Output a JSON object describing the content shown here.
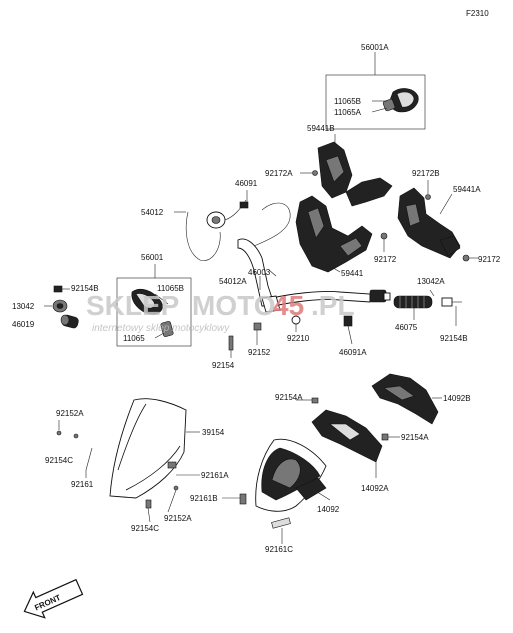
{
  "diagram_code": "F2310",
  "watermark": {
    "part1": "SKLEP",
    "part2": "MOTO",
    "part3": "45",
    "part4": ".PL",
    "tagline": "internetowy sklep motocyklowy"
  },
  "front_label": "FRONT",
  "labels": {
    "p56001A": "56001A",
    "p11065B_top": "11065B",
    "p11065A_top": "11065A",
    "p59441B": "59441B",
    "p92172A": "92172A",
    "p92172B": "92172B",
    "p59441A": "59441A",
    "p46091": "46091",
    "p54012": "54012",
    "p92172_a": "92172",
    "p92172_b": "92172",
    "p59441": "59441",
    "p56001": "56001",
    "p46003": "46003",
    "p54012A": "54012A",
    "p13042A": "13042A",
    "p92154B_left": "92154B",
    "p11065B_left": "11065B",
    "p13042": "13042",
    "p46019": "46019",
    "p11065": "11065",
    "p46075": "46075",
    "p92154B_right": "92154B",
    "p92210": "92210",
    "p92152": "92152",
    "p46091A": "46091A",
    "p92154": "92154",
    "p92154A_top": "92154A",
    "p14092B": "14092B",
    "p92152A_top": "92152A",
    "p39154": "39154",
    "p92154A_mid": "92154A",
    "p92154C_top": "92154C",
    "p92161": "92161",
    "p92161A": "92161A",
    "p14092A": "14092A",
    "p92161B": "92161B",
    "p14092": "14092",
    "p92154C_bot": "92154C",
    "p92152A_bot": "92152A",
    "p92161C": "92161C"
  }
}
